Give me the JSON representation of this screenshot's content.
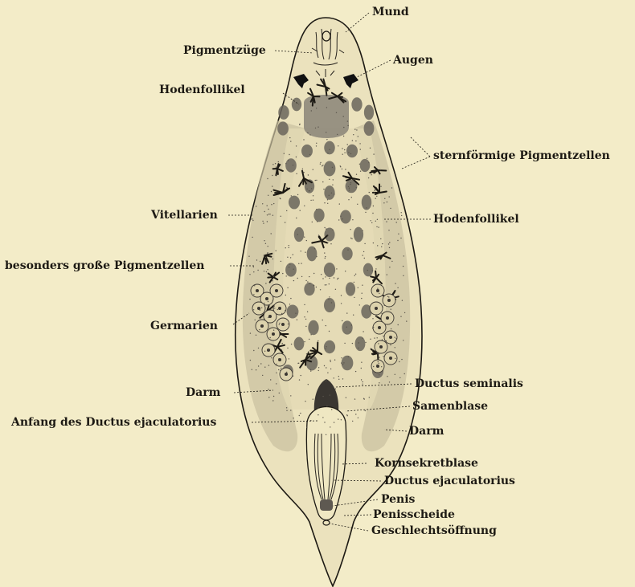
{
  "figure": {
    "labels": {
      "mund": "Mund",
      "pigmentzuege": "Pigmentzüge",
      "augen": "Augen",
      "hodenfollikel_top": "Hodenfollikel",
      "sternfoermige": "sternförmige Pigmentzellen",
      "vitellarien": "Vitellarien",
      "hodenfollikel_right": "Hodenfollikel",
      "grosse_pigmentzellen": "besonders große Pigmentzellen",
      "germarien": "Germarien",
      "darm_left": "Darm",
      "ductus_seminalis": "Ductus seminalis",
      "samenblase": "Samenblase",
      "anfang_ductus": "Anfang des Ductus ejaculatorius",
      "darm_right": "Darm",
      "kornsekretblase": "Kornsekretblase",
      "ductus_ejaculatorius": "Ductus ejaculatorius",
      "penis": "Penis",
      "penisscheide": "Penisscheide",
      "geschlechtsoeffnung": "Geschlechtsöffnung"
    },
    "colors": {
      "background": "#f3ecc8",
      "ink": "#1d1a14",
      "body_fill": "#ebe2bd",
      "vitellaria": "#b7ad8e",
      "follicle": "#6a655c"
    }
  }
}
